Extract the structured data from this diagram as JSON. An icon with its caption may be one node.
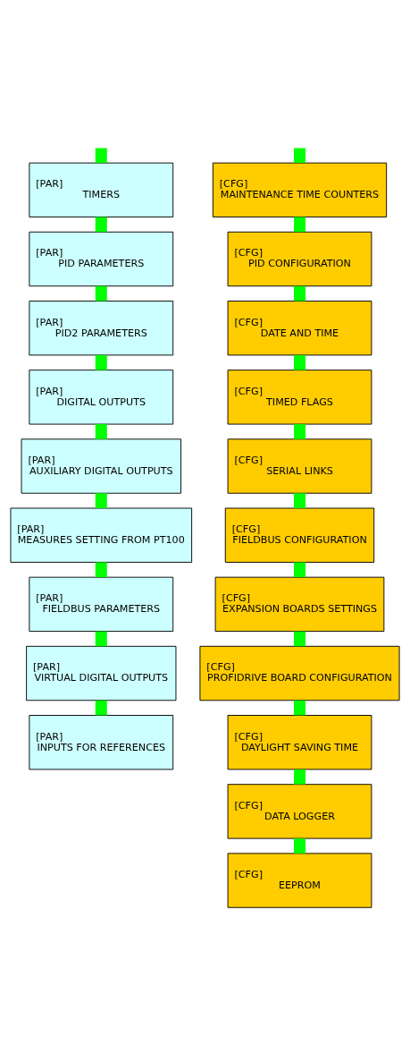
{
  "diagram": {
    "nodes": [
      {
        "text": [
          "[PAR]",
          "TIMERS"
        ]
      },
      {
        "text": [
          "[PAR]",
          "PID PARAMETERS"
        ]
      },
      {
        "text": [
          "[PAR]",
          "PID2 PARAMETERS"
        ]
      },
      {
        "text": [
          "[PAR]",
          "DIGITAL OUTPUTS"
        ]
      },
      {
        "text": [
          "[PAR]",
          "AUXILIARY DIGITAL OUTPUTS"
        ]
      },
      {
        "text": [
          "[PAR]",
          "MEASURES SETTING FROM PT100"
        ]
      },
      {
        "text": [
          "[PAR]",
          "FIELDBUS PARAMETERS"
        ]
      },
      {
        "text": [
          "[PAR]",
          "VIRTUAL DIGITAL OUTPUTS"
        ]
      },
      {
        "text": [
          "[PAR]",
          "INPUTS FOR REFERENCES"
        ]
      },
      {
        "text": [
          "[CFG]",
          "MAINTENANCE TIME COUNTERS"
        ]
      },
      {
        "text": [
          "[CFG]",
          "PID CONFIGURATION"
        ]
      },
      {
        "text": [
          "[CFG]",
          "DATE AND TIME"
        ]
      },
      {
        "text": [
          "[CFG]",
          "TIMED FLAGS"
        ]
      },
      {
        "text": [
          "[CFG]",
          "SERIAL LINKS"
        ]
      },
      {
        "text": [
          "[CFG]",
          "FIELDBUS CONFIGURATION"
        ]
      },
      {
        "text": [
          "[CFG]",
          "EXPANSION BOARDS SETTINGS"
        ]
      },
      {
        "text": [
          "[CFG]",
          "PROFIDRIVE BOARD CONFIGURATION"
        ]
      },
      {
        "text": [
          "[CFG]",
          "DAYLIGHT SAVING TIME"
        ]
      },
      {
        "text": [
          "[CFG]",
          "DATA LOGGER"
        ]
      },
      {
        "text": [
          "[CFG]",
          "EEPROM"
        ]
      }
    ],
    "edges": [
      {
        "from": null,
        "to": 0,
        "arrow": "none"
      },
      {
        "from": 0,
        "to": 1,
        "arrow": "none"
      },
      {
        "from": 1,
        "to": 2,
        "arrow": "none"
      },
      {
        "from": 2,
        "to": 3,
        "arrow": "none"
      },
      {
        "from": 3,
        "to": 4,
        "arrow": "none"
      },
      {
        "from": 4,
        "to": 5,
        "arrow": "none"
      },
      {
        "from": 5,
        "to": 6,
        "arrow": "none"
      },
      {
        "from": 6,
        "to": 7,
        "arrow": "none"
      },
      {
        "from": 7,
        "to": 8,
        "arrow": "none"
      },
      {
        "from": null,
        "to": 9,
        "arrow": "none"
      },
      {
        "from": 9,
        "to": 10,
        "arrow": "none"
      },
      {
        "from": 10,
        "to": 11,
        "arrow": "none"
      },
      {
        "from": 11,
        "to": 12,
        "arrow": "none"
      },
      {
        "from": 12,
        "to": 13,
        "arrow": "none"
      },
      {
        "from": 13,
        "to": 14,
        "arrow": "none"
      },
      {
        "from": 14,
        "to": 15,
        "arrow": "none"
      },
      {
        "from": 15,
        "to": 16,
        "arrow": "none"
      },
      {
        "from": 16,
        "to": 17,
        "arrow": "none"
      },
      {
        "from": 17,
        "to": 18,
        "arrow": "none"
      },
      {
        "from": 18,
        "to": 19,
        "arrow": "none"
      }
    ]
  }
}
